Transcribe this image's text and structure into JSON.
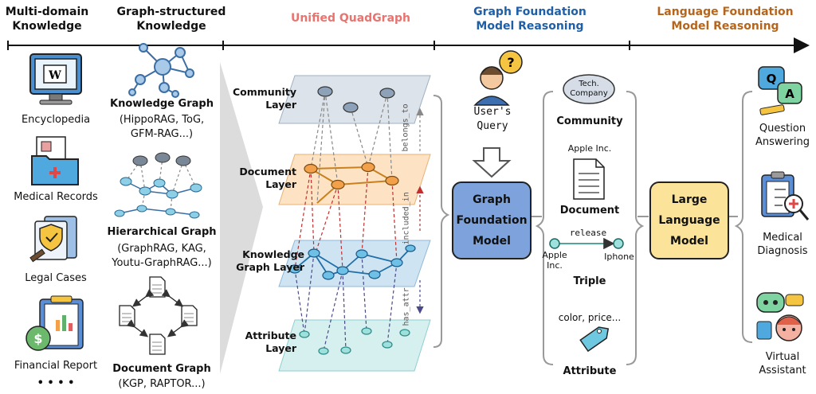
{
  "headers": {
    "multi_domain": "Multi-domain\nKnowledge",
    "graph_structured": "Graph-structured\nKnowledge",
    "quadgraph": "Unified QuadGraph",
    "gfm_reasoning": "Graph Foundation\nModel Reasoning",
    "lfm_reasoning": "Language Foundation\nModel Reasoning"
  },
  "colors": {
    "quadgraph_title": "#e8736f",
    "gfm_title": "#1f5fa8",
    "lfm_title": "#b5651d",
    "gfm_box": "#7da2dc",
    "llm_box": "#fbe39a",
    "community_layer": "#dde3ea",
    "document_layer": "#fde3c3",
    "kg_layer": "#cfe4f3",
    "attribute_layer": "#d6efef"
  },
  "domains": [
    {
      "label": "Encyclopedia",
      "icon": "computer-encyclopedia-icon"
    },
    {
      "label": "Medical Records",
      "icon": "medical-folder-icon"
    },
    {
      "label": "Legal Cases",
      "icon": "legal-shield-icon"
    },
    {
      "label": "Financial Report",
      "icon": "financial-report-icon"
    }
  ],
  "domains_ellipsis": "• • • •",
  "graph_types": [
    {
      "name": "Knowledge Graph",
      "examples": "(HippoRAG, ToG,\nGFM-RAG...)"
    },
    {
      "name": "Hierarchical Graph",
      "examples": "(GraphRAG, KAG,\nYoutu-GraphRAG...)"
    },
    {
      "name": "Document Graph",
      "examples": "(KGP, RAPTOR...)"
    }
  ],
  "layers": [
    {
      "label": "Community\nLayer"
    },
    {
      "label": "Document\nLayer"
    },
    {
      "label": "Knowledge\nGraph Layer"
    },
    {
      "label": "Attribute\nLayer"
    }
  ],
  "relations": [
    "belongs_to",
    "included_in",
    "has_attr"
  ],
  "query": {
    "label": "User's\nQuery"
  },
  "gfm_box": "Graph\nFoundation\nModel",
  "node_types": {
    "community": {
      "label": "Community",
      "example": "Tech.\nCompany"
    },
    "document": {
      "label": "Document",
      "example": "Apple Inc."
    },
    "triple": {
      "label": "Triple",
      "head": "Apple\nInc.",
      "relation": "release",
      "tail": "Iphone"
    },
    "attribute": {
      "label": "Attribute",
      "example": "color, price..."
    }
  },
  "llm_box": "Large\nLanguage\nModel",
  "applications": [
    {
      "label": "Question\nAnswering",
      "icon": "question-answering-icon"
    },
    {
      "label": "Medical\nDiagnosis",
      "icon": "medical-diagnosis-icon"
    },
    {
      "label": "Virtual\nAssistant",
      "icon": "virtual-assistant-icon"
    }
  ]
}
